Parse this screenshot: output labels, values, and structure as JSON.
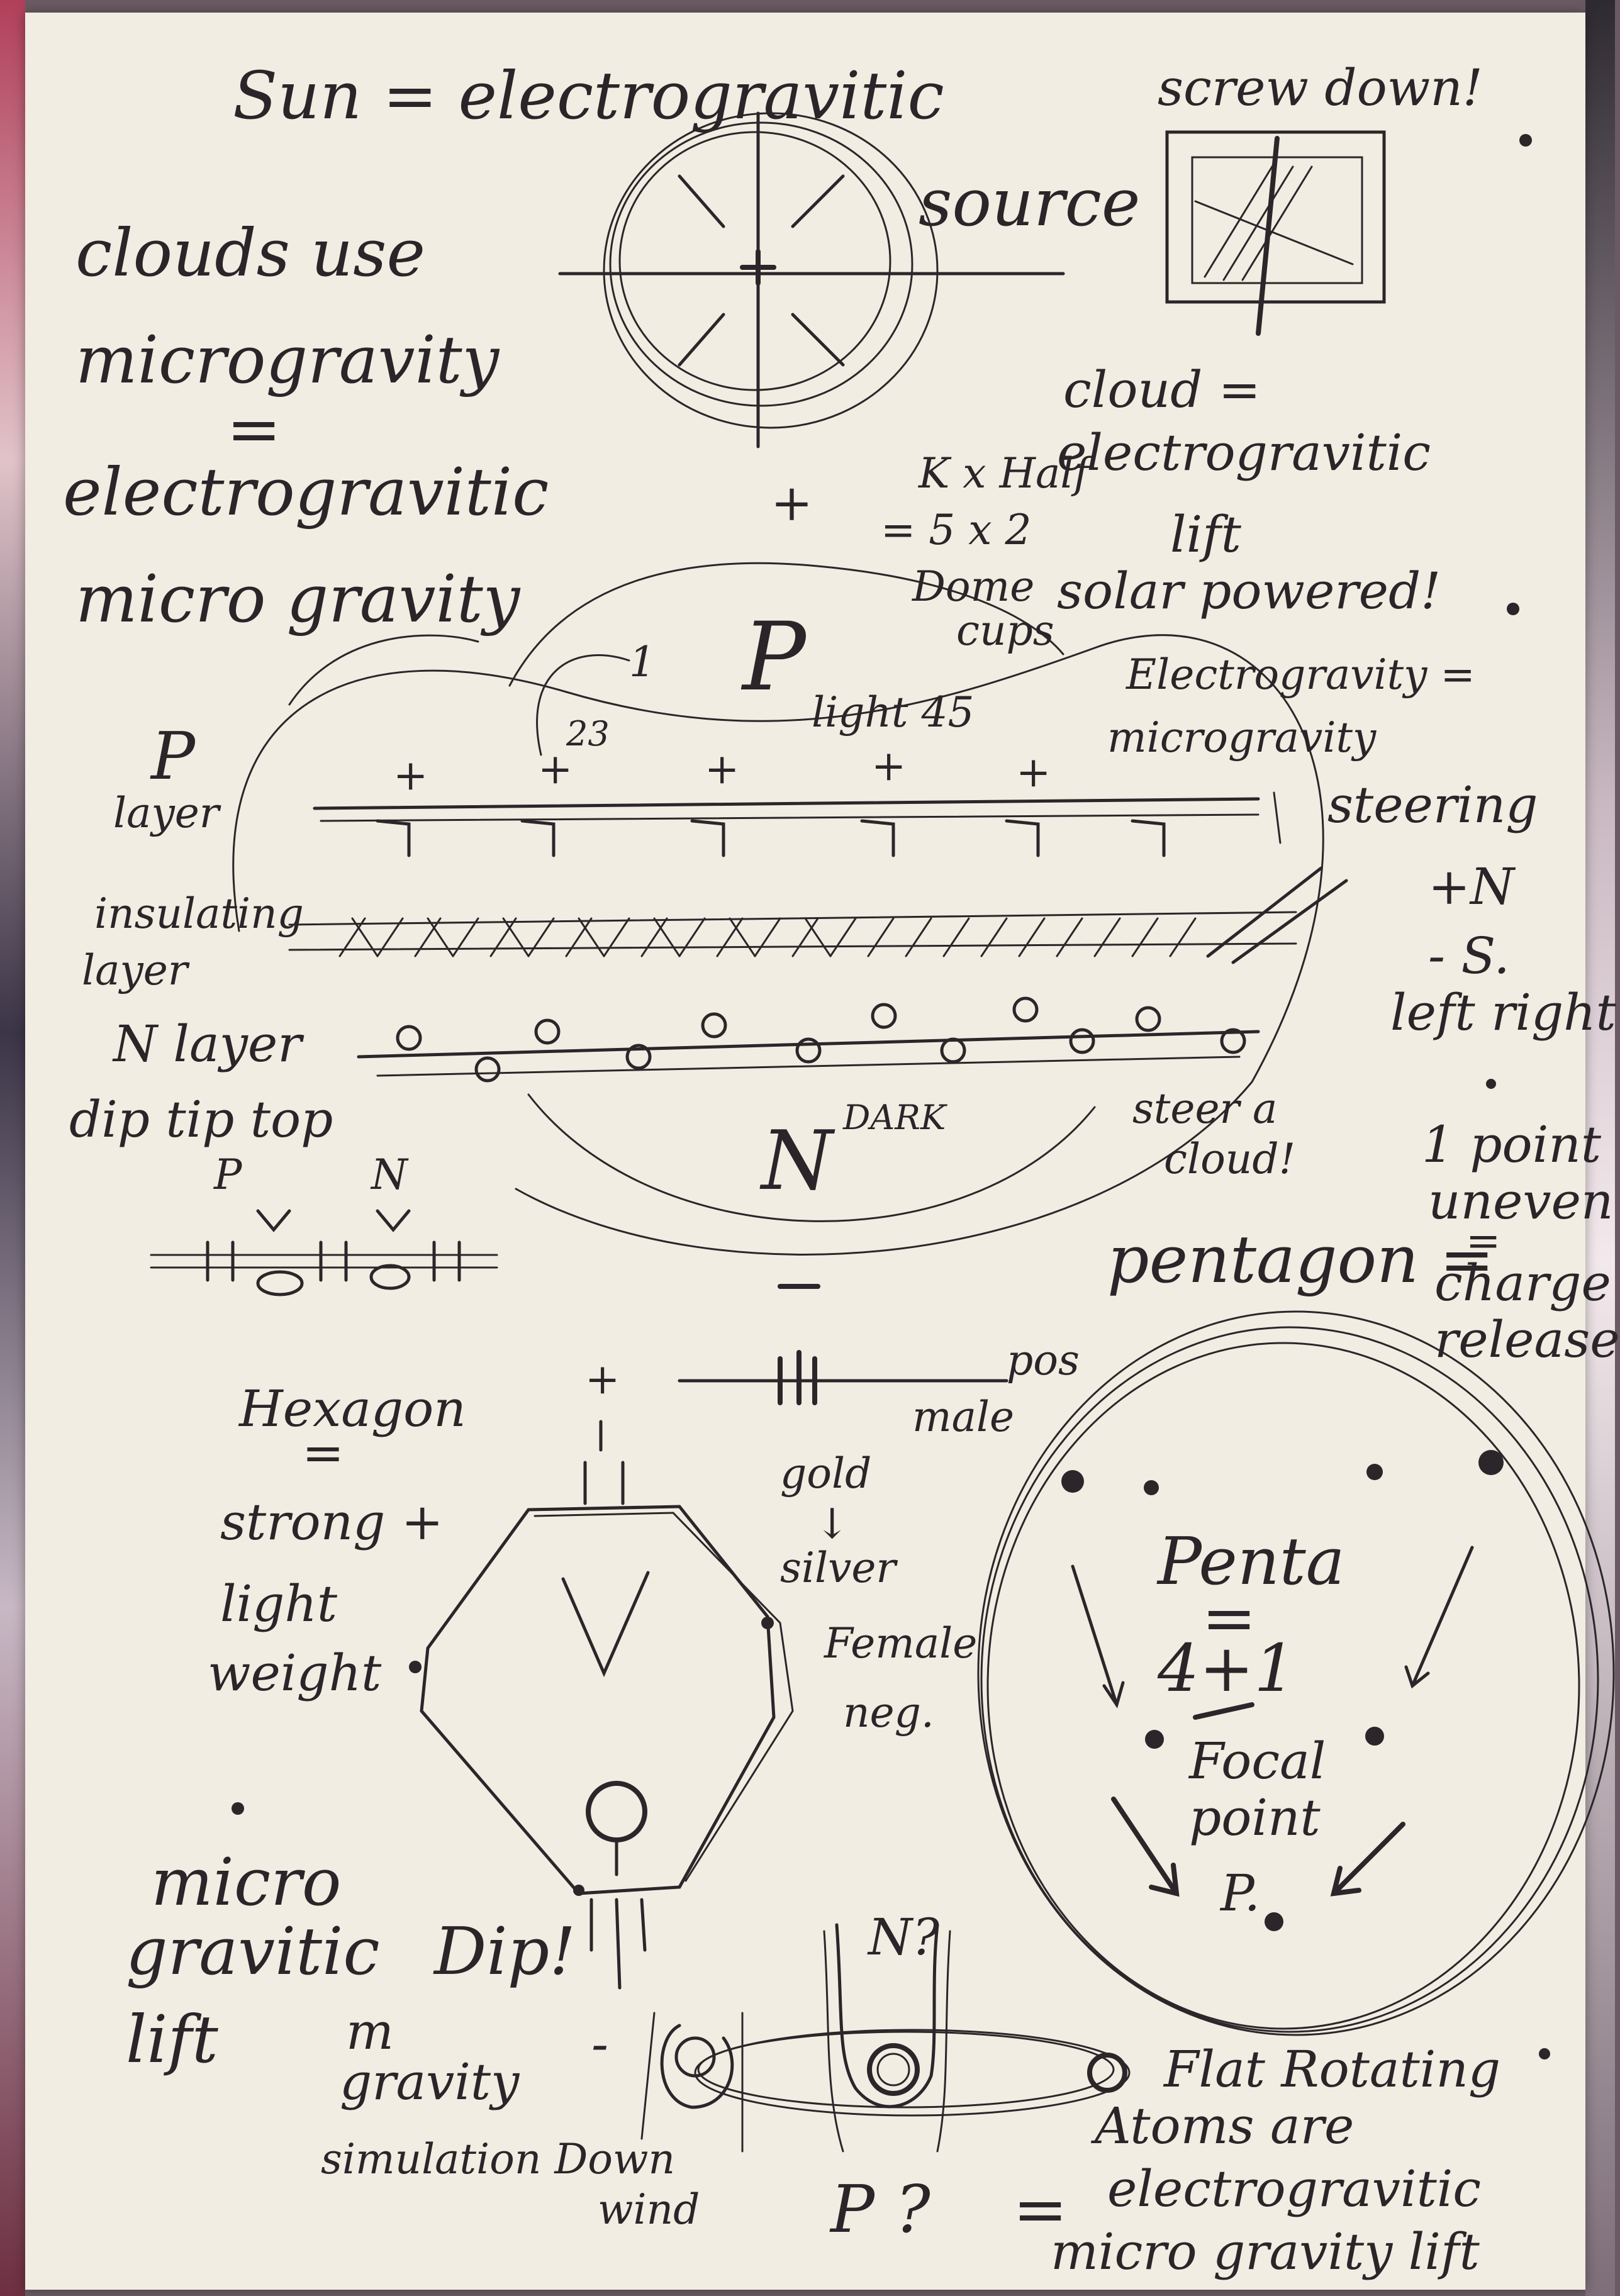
{
  "notes": {
    "title_line": "Sun = electrogravitic",
    "title_source": "source",
    "screw_down": "screw down!",
    "clouds_use": "clouds use",
    "microgravity_1": "microgravity",
    "equals_1": "=",
    "electrogravitic_1": "electrogravitic",
    "micro_gravity_1": "micro gravity",
    "cloud_eq": "cloud =",
    "cloud_electrogravitic": "electrogravitic",
    "cloud_lift": "lift",
    "solar_powered": "solar powered!",
    "k_half": "K x Half",
    "five_x_two": "= 5 x 2",
    "dome": "Dome",
    "cups": "cups",
    "p_big": "P",
    "light_45": "light 45",
    "num_1": "1",
    "num_23": "23",
    "electrogravity_eq": "Electrogravity =",
    "microgravity_2": "microgravity",
    "steering": "steering",
    "plus_n": "+N",
    "minus_s": "- S.",
    "left_right": "left right",
    "p_layer_p": "P",
    "p_layer": "layer",
    "insulating": "insulating",
    "insulating_layer": "layer",
    "n_layer": "N layer",
    "dip_tip": "dip tip top",
    "small_p": "P",
    "small_n": "N",
    "dark": "DARK",
    "big_n": "N",
    "steer_a_cloud": "steer a",
    "cloud_excl": "cloud!",
    "one_point": "1 point",
    "uneven": "uneven",
    "eq_small": "=",
    "pentagon": "pentagon =",
    "charge": "charge",
    "release": "release",
    "pos": "pos",
    "male": "male",
    "gold": "gold",
    "arrow_down": "↓",
    "silver": "silver",
    "female": "Female",
    "neg": "neg.",
    "hexagon": "Hexagon",
    "hex_eq": "=",
    "strong": "strong +",
    "light": "light",
    "weight": "weight",
    "penta": "Penta",
    "penta_eq": "=",
    "four_plus_one": "4+1",
    "focal": "Focal",
    "point": "point",
    "p_focal": "P.",
    "micro": "micro",
    "gravitic": "gravitic",
    "lift_word": "lift",
    "dip": "Dip!",
    "m_word": "m",
    "gravity_word": "gravity",
    "simulation": "simulation Down",
    "wind": "wind",
    "n_q": "N?",
    "p_q": "P ?",
    "eq_mid": "=",
    "flat_rotating": "Flat Rotating",
    "atoms_are": "Atoms are",
    "electrogravitic_2": "electrogravitic",
    "microgravity_lift": "micro gravity lift",
    "plus_sign": "+",
    "minus_sign": "-"
  }
}
